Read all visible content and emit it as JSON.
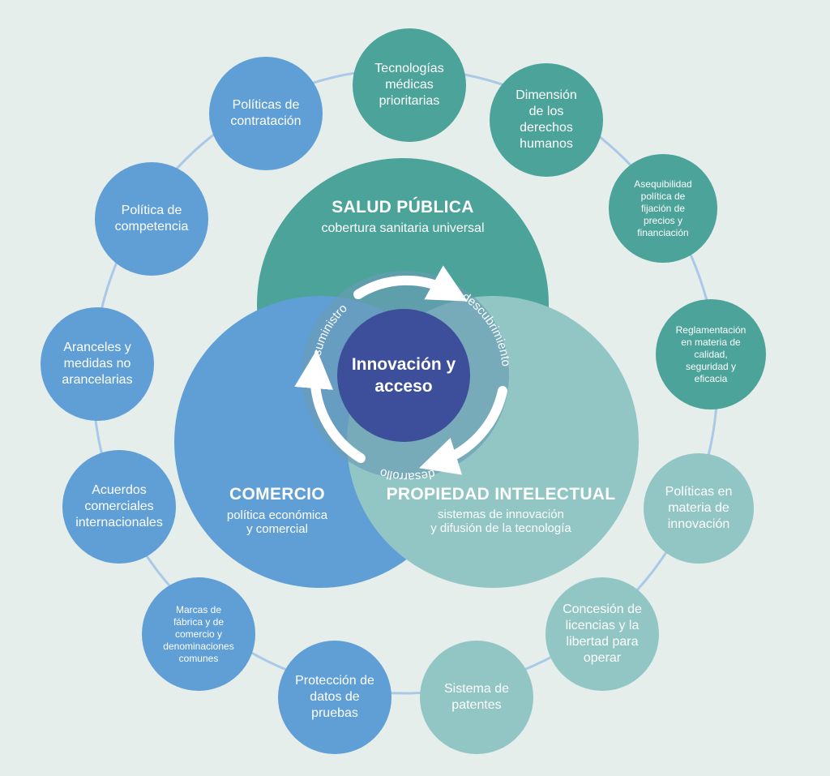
{
  "colors": {
    "background": "#e6eeec",
    "ring_line": "#a9c9e6",
    "dark_teal": "#4ba39a",
    "light_teal": "#91c6c4",
    "blue": "#5f9fd6",
    "navy": "#3d4f9b"
  },
  "salud": {
    "title": "SALUD PÚBLICA",
    "subtitle": "cobertura sanitaria universal"
  },
  "comercio": {
    "title": "COMERCIO",
    "subtitle": "política económica\ny comercial"
  },
  "propiedad": {
    "title": "PROPIEDAD INTELECTUAL",
    "subtitle": "sistemas de innovación\ny difusión de la tecnología"
  },
  "center": {
    "label": "Innovación y\nacceso"
  },
  "cycle": {
    "suministro": "suministro",
    "descubrimiento": "descubrimiento",
    "desarrollo": "desarrollo"
  },
  "ring_nodes": [
    {
      "label": "Tecnologías\nmédicas\nprioritarias"
    },
    {
      "label": "Dimensión\nde los\nderechos\nhumanos"
    },
    {
      "label": "Asequibilidad\npolítica de\nfijación de\nprecios y\nfinanciación"
    },
    {
      "label": "Reglamentación\nen materia de\ncalidad,\nseguridad y\neficacia"
    },
    {
      "label": "Políticas en\nmateria de\ninnovación"
    },
    {
      "label": "Concesión de\nlicencias y la\nlibertad para\noperar"
    },
    {
      "label": "Sistema de\npatentes"
    },
    {
      "label": "Protección de\ndatos de\npruebas"
    },
    {
      "label": "Marcas de\nfábrica y de\ncomercio y\ndenominaciones\ncomunes"
    },
    {
      "label": "Acuerdos\ncomerciales\ninternacionales"
    },
    {
      "label": "Aranceles y\nmedidas no\narancelarias"
    },
    {
      "label": "Política de\ncompetencia"
    },
    {
      "label": "Políticas de\ncontratación"
    }
  ]
}
